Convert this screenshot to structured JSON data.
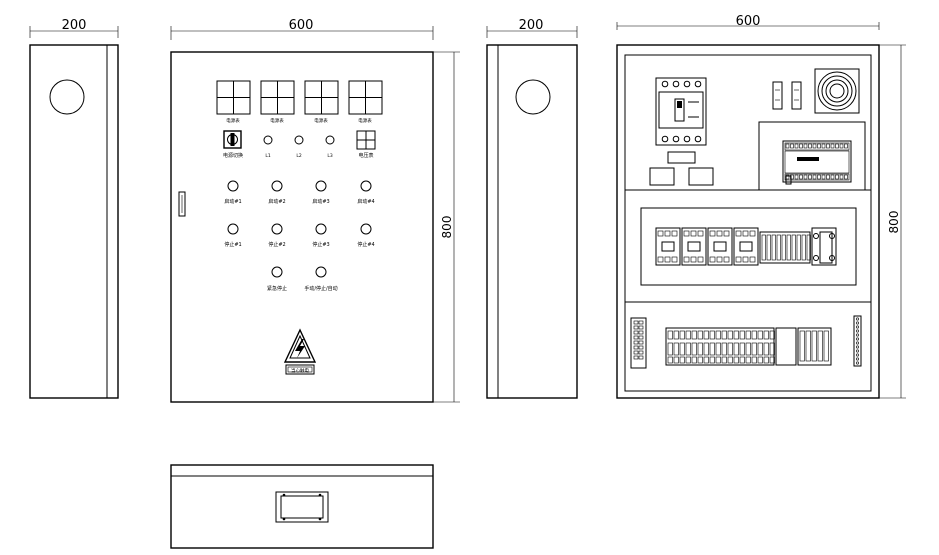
{
  "dimensions": {
    "side_left_width": "200",
    "front_width": "600",
    "side_right_width": "200",
    "inner_width": "600",
    "front_height": "800",
    "inner_height": "800"
  },
  "front_panel": {
    "meter_labels": [
      "电源表",
      "电源表",
      "电源表",
      "电源表"
    ],
    "switch_label": "电源切换",
    "lamp_labels": [
      "L1",
      "L2",
      "L3"
    ],
    "voltmeter_label": "电压表",
    "start_labels": [
      "启动#1",
      "启动#2",
      "启动#3",
      "启动#4"
    ],
    "stop_labels": [
      "停止#1",
      "停止#2",
      "停止#3",
      "停止#4"
    ],
    "bottom_labels": [
      "紧急停止",
      "手动/停止/自动"
    ],
    "warning_text": "当心触电"
  },
  "colors": {
    "line": "#000000",
    "background": "#ffffff"
  }
}
